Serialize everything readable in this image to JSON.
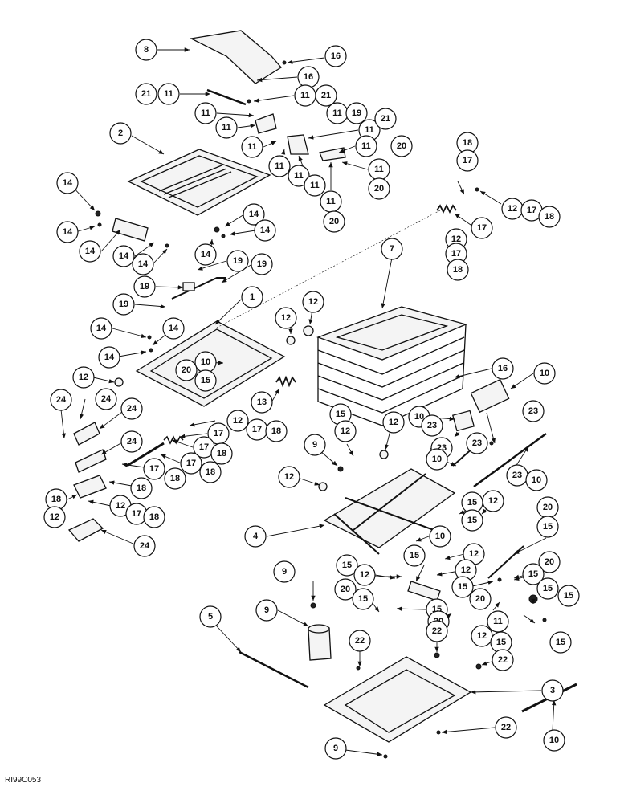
{
  "figure_code": "RI99C053",
  "callout_numbers": [
    "1",
    "2",
    "3",
    "4",
    "5",
    "7",
    "8",
    "9",
    "10",
    "11",
    "12",
    "13",
    "14",
    "15",
    "16",
    "17",
    "18",
    "19",
    "20",
    "21",
    "22",
    "23",
    "24"
  ],
  "parts": {
    "p1": "1",
    "p2": "2",
    "p3": "3",
    "p4": "4",
    "p5": "5",
    "p7": "7",
    "p8": "8",
    "p9": "9",
    "p10": "10",
    "p11": "11",
    "p12": "12",
    "p13": "13",
    "p14": "14",
    "p15": "15",
    "p16": "16",
    "p17": "17",
    "p18": "18",
    "p19": "19",
    "p20": "20",
    "p21": "21",
    "p22": "22",
    "p23": "23",
    "p24": "24"
  }
}
